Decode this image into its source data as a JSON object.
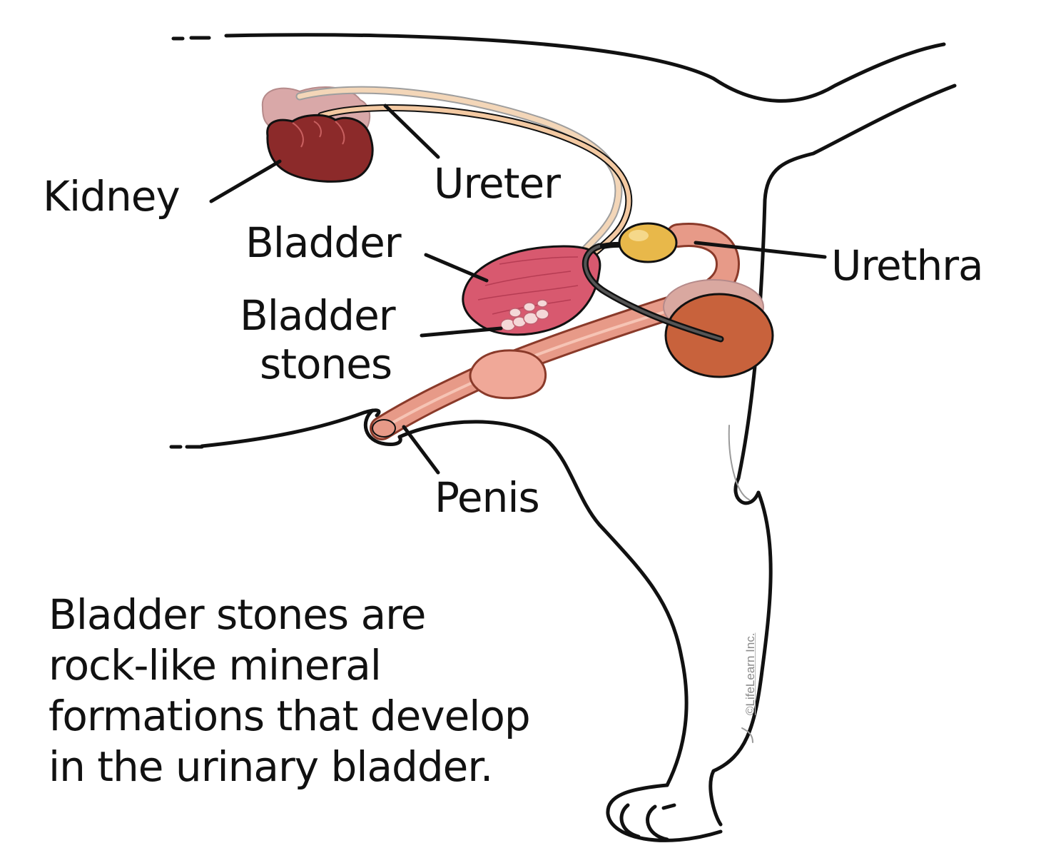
{
  "labels": {
    "kidney": "Kidney",
    "ureter": "Ureter",
    "bladder": "Bladder",
    "bladder_stones_line1": "Bladder",
    "bladder_stones_line2": "stones",
    "urethra": "Urethra",
    "penis": "Penis"
  },
  "caption": {
    "lines": [
      "Bladder stones are",
      "rock-like mineral",
      "formations that develop",
      "in the urinary bladder."
    ]
  },
  "copyright": "©LifeLearn Inc.",
  "colors": {
    "outline": "#111111",
    "kidney": "#8c2a2a",
    "kidney_far": "#d9a8a8",
    "bladder": "#d8596f",
    "stones": "#f4d8d8",
    "urethra": "#e79a88",
    "prostate": "#c8623c",
    "gland": "#e8b84a",
    "ureter": "#f3c9a2"
  }
}
